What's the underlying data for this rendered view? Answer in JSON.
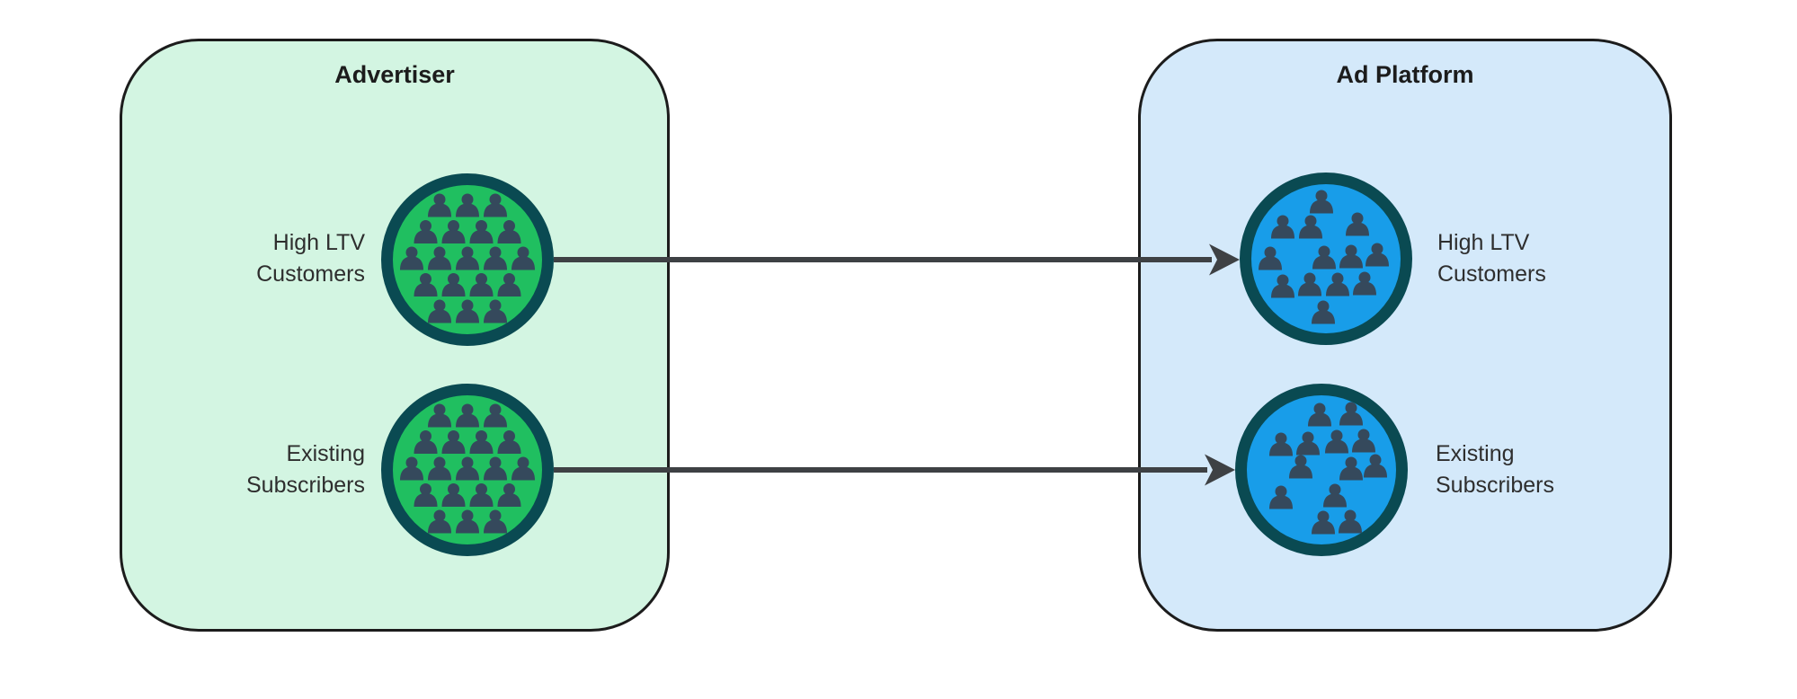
{
  "diagram": {
    "panels": [
      {
        "id": "advertiser",
        "title": "Advertiser",
        "fill": "#d3f5e2",
        "audience_fill": "#20bf60",
        "nodes": [
          {
            "label_line1": "High LTV",
            "label_line2": "Customers",
            "icon": "crowd-icon"
          },
          {
            "label_line1": "Existing",
            "label_line2": "Subscribers",
            "icon": "crowd-icon"
          }
        ]
      },
      {
        "id": "ad-platform",
        "title": "Ad Platform",
        "fill": "#d4e9fa",
        "audience_fill": "#189de9",
        "nodes": [
          {
            "label_line1": "High LTV",
            "label_line2": "Customers",
            "icon": "crowd-icon"
          },
          {
            "label_line1": "Existing",
            "label_line2": "Subscribers",
            "icon": "crowd-icon"
          }
        ]
      }
    ],
    "arrows": [
      {
        "name": "high-ltv-mapping-arrow",
        "from": "Advertiser High LTV Customers",
        "to": "Ad Platform High LTV Customers"
      },
      {
        "name": "subscribers-mapping-arrow",
        "from": "Advertiser Existing Subscribers",
        "to": "Ad Platform Existing Subscribers"
      }
    ],
    "colors": {
      "canvas_bg": "#ffffff",
      "panel_border": "#1c1c1c",
      "circle_ring": "#0a4a52",
      "person": "#35495c",
      "arrow": "#3e4144",
      "text": "#2e2e2e",
      "title": "#1c1c1c"
    }
  }
}
